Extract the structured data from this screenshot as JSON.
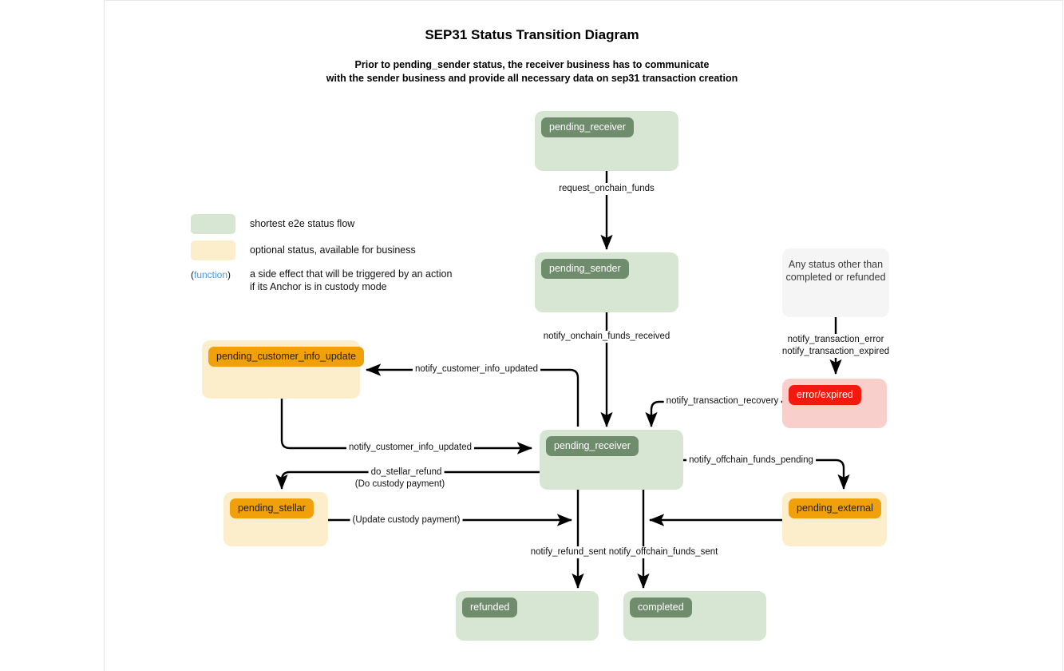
{
  "page": {
    "title": "SEP31 Status Transition Diagram",
    "subtitle_line1": "Prior to pending_sender status, the receiver business has to communicate",
    "subtitle_line2": "with the sender business and provide all necessary data on sep31 transaction creation"
  },
  "legend": {
    "items": [
      {
        "key": "green-swatch",
        "label": "shortest e2e status flow",
        "color": "#d6e6d2"
      },
      {
        "key": "cream-swatch",
        "label": "optional status, available for business",
        "color": "#fdeecb"
      }
    ],
    "function_key": {
      "open_paren": "(",
      "word": "function",
      "close_paren": ")",
      "line1": "a side effect that will be triggered by an action",
      "line2": "if its Anchor is in custody mode",
      "color": "#4a9ae8"
    }
  },
  "nodes": [
    {
      "id": "pending_receiver_top",
      "label": "pending_receiver",
      "kind": "green"
    },
    {
      "id": "pending_sender",
      "label": "pending_sender",
      "kind": "green"
    },
    {
      "id": "any_status",
      "label": "Any status other than\ncompleted or refunded",
      "kind": "gray",
      "line1": "Any status other than",
      "line2": "completed or refunded"
    },
    {
      "id": "error_expired",
      "label": "error/expired",
      "kind": "red"
    },
    {
      "id": "pending_customer_info_update",
      "label": "pending_customer_info_update",
      "kind": "orange"
    },
    {
      "id": "pending_receiver_mid",
      "label": "pending_receiver",
      "kind": "green"
    },
    {
      "id": "pending_stellar",
      "label": "pending_stellar",
      "kind": "orange"
    },
    {
      "id": "pending_external",
      "label": "pending_external",
      "kind": "orange"
    },
    {
      "id": "refunded",
      "label": "refunded",
      "kind": "green"
    },
    {
      "id": "completed",
      "label": "completed",
      "kind": "green"
    }
  ],
  "edges": [
    {
      "id": "e1",
      "label": "request_onchain_funds",
      "from": "pending_receiver_top",
      "to": "pending_sender"
    },
    {
      "id": "e2",
      "label": "notify_onchain_funds_received",
      "from": "pending_sender",
      "to": "pending_receiver_mid"
    },
    {
      "id": "e3a",
      "label": "notify_transaction_error",
      "from": "any_status",
      "to": "error_expired"
    },
    {
      "id": "e3b",
      "label": "notify_transaction_expired",
      "from": "any_status",
      "to": "error_expired"
    },
    {
      "id": "e4",
      "label": "notify_transaction_recovery",
      "from": "error_expired",
      "to": "pending_receiver_mid"
    },
    {
      "id": "e5",
      "label": "notify_customer_info_updated",
      "from": "pending_receiver_mid",
      "to": "pending_customer_info_update"
    },
    {
      "id": "e6",
      "label": "notify_customer_info_updated",
      "from": "pending_customer_info_update",
      "to": "pending_receiver_mid"
    },
    {
      "id": "e7",
      "label": "do_stellar_refund",
      "from": "pending_receiver_mid",
      "to": "pending_stellar",
      "function_label": "Do custody payment"
    },
    {
      "id": "e8",
      "label": "",
      "from": "pending_stellar",
      "to": "refunded",
      "function_label": "Update custody payment"
    },
    {
      "id": "e9",
      "label": "notify_offchain_funds_pending",
      "from": "pending_receiver_mid",
      "to": "pending_external"
    },
    {
      "id": "e10",
      "label": "",
      "from": "pending_external",
      "to": "completed"
    },
    {
      "id": "e11",
      "label": "notify_refund_sent",
      "from": "pending_receiver_mid",
      "to": "refunded"
    },
    {
      "id": "e12",
      "label": "notify_offchain_funds_sent",
      "from": "pending_receiver_mid",
      "to": "completed"
    }
  ],
  "colors": {
    "green_box": "#d6e6d2",
    "green_pill": "#6f8c6c",
    "cream_box": "#fdeecb",
    "orange_pill": "#efa00b",
    "red_box": "#f9cfcc",
    "red_pill": "#f01b0d",
    "gray_box": "#f5f5f5",
    "function_text": "#1565e0",
    "edge": "#000000"
  }
}
